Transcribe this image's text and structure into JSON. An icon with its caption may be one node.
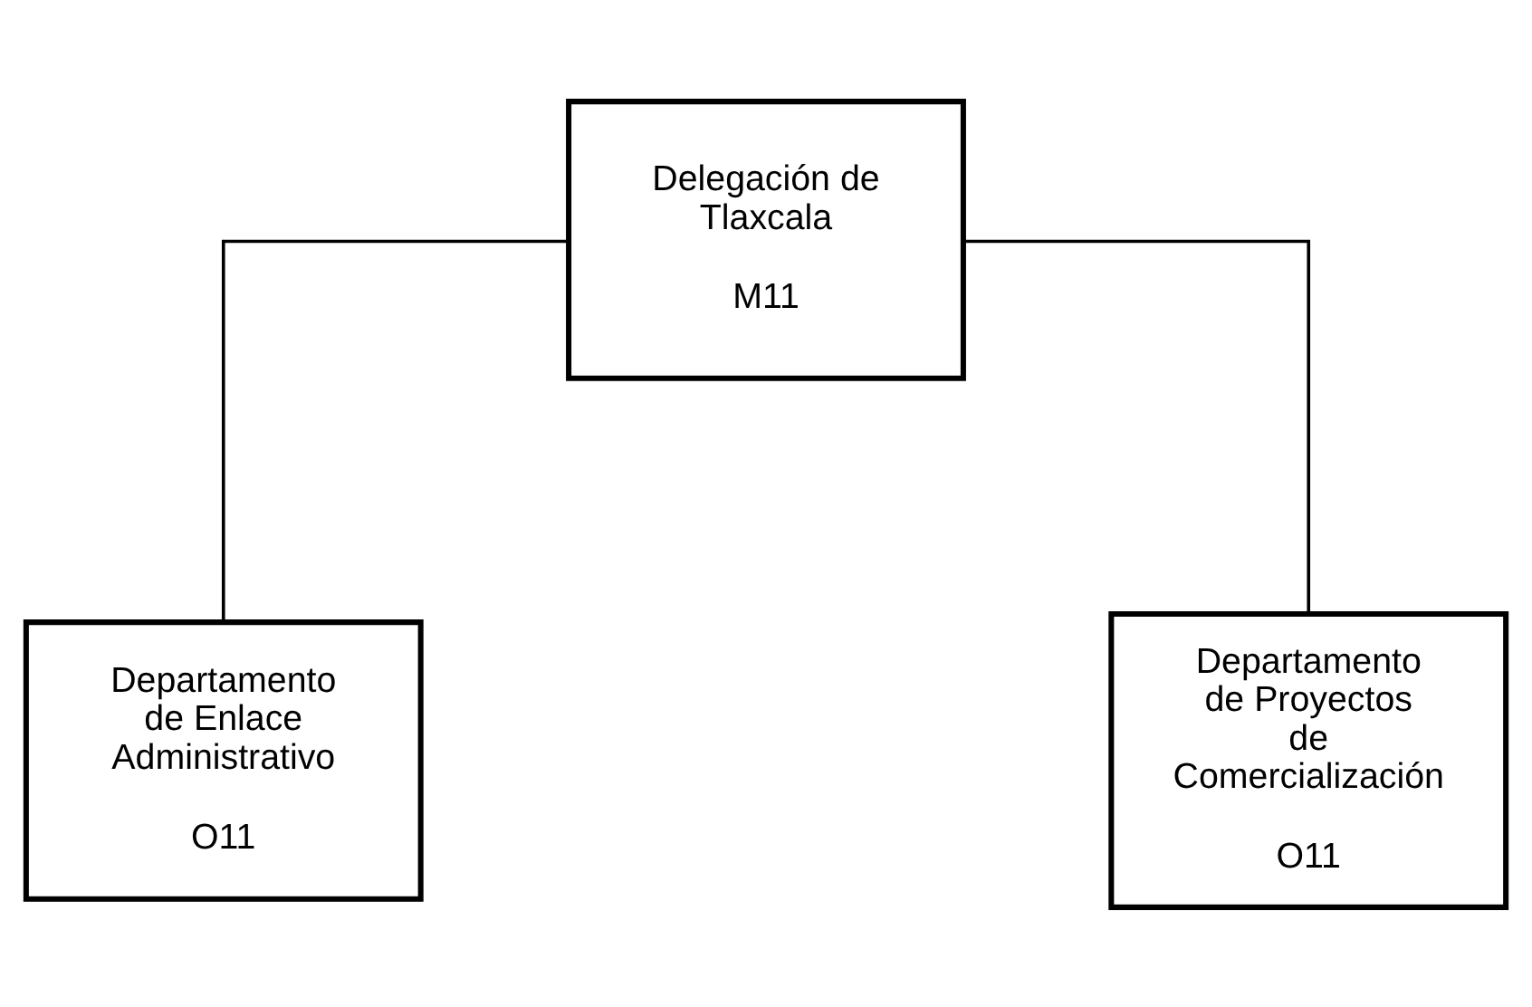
{
  "diagram": {
    "nodes": [
      {
        "text": [
          "Delegación de Tlaxcala",
          "M11"
        ]
      },
      {
        "text": [
          "Departamento de Enlace Administrativo",
          "O11"
        ]
      },
      {
        "text": [
          "Departamento de Proyectos de Comercialización",
          "O11"
        ]
      }
    ],
    "edges": [
      {
        "from": 0,
        "to": 1,
        "arrow": "none"
      },
      {
        "from": 0,
        "to": 2,
        "arrow": "none"
      }
    ]
  }
}
